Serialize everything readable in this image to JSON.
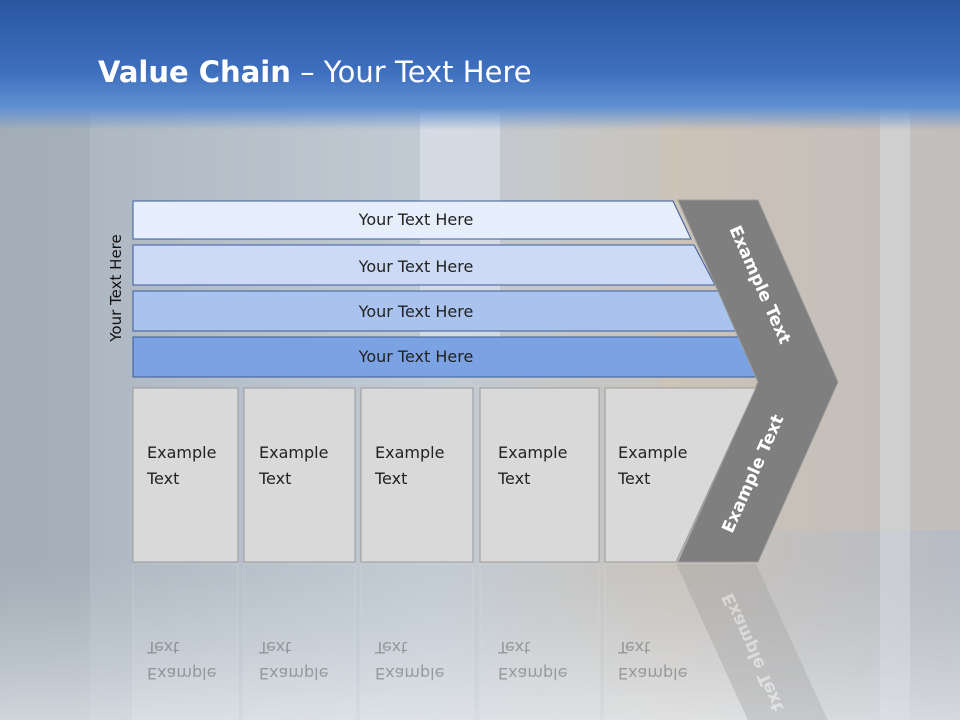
{
  "slide": {
    "title_bold": "Value Chain",
    "title_rest": " – Your Text Here"
  },
  "side_label": "Your Text Here",
  "bars": [
    {
      "label": "Your Text Here",
      "color": "#e6eefb"
    },
    {
      "label": "Your Text Here",
      "color": "#ccdaf5"
    },
    {
      "label": "Your Text Here",
      "color": "#a9c2ee"
    },
    {
      "label": "Your Text Here",
      "color": "#7ba2e2"
    }
  ],
  "chevron": {
    "upper_text": "Example Text",
    "lower_text": "Example Text",
    "color": "#7f7f7f"
  },
  "boxes": [
    {
      "line1": "Example",
      "line2": "Text"
    },
    {
      "line1": "Example",
      "line2": "Text"
    },
    {
      "line1": "Example",
      "line2": "Text"
    },
    {
      "line1": "Example",
      "line2": "Text"
    },
    {
      "line1": "Example",
      "line2": "Text"
    }
  ],
  "box_color": "#d9d9d9"
}
